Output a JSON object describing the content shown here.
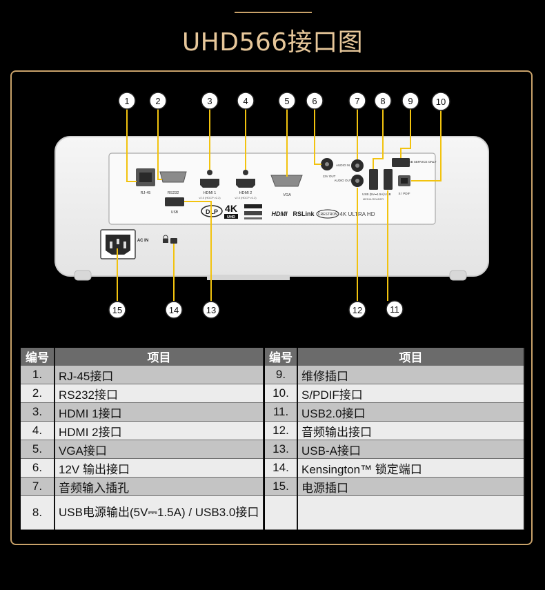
{
  "title": "UHD566接口图",
  "table": {
    "header_num": "编号",
    "header_item": "项目",
    "left_rows": [
      {
        "num": "1.",
        "item": "RJ-45接口"
      },
      {
        "num": "2.",
        "item": "RS232接口"
      },
      {
        "num": "3.",
        "item": "HDMI 1接口"
      },
      {
        "num": "4.",
        "item": "HDMI 2接口"
      },
      {
        "num": "5.",
        "item": "VGA接口"
      },
      {
        "num": "6.",
        "item": "12V 输出接口"
      },
      {
        "num": "7.",
        "item": "音频输入插孔"
      },
      {
        "num": "8.",
        "item": "USB电源输出(5V⎓1.5A) / USB3.0接口"
      }
    ],
    "right_rows": [
      {
        "num": "9.",
        "item": "维修插口"
      },
      {
        "num": "10.",
        "item": "S/PDIF接口"
      },
      {
        "num": "11.",
        "item": "USB2.0接口"
      },
      {
        "num": "12.",
        "item": "音频输出接口"
      },
      {
        "num": "13.",
        "item": "USB-A接口"
      },
      {
        "num": "14.",
        "item": "Kensington™ 锁定端口"
      },
      {
        "num": "15.",
        "item": "电源插口"
      },
      {
        "num": "",
        "item": ""
      }
    ]
  },
  "callouts": [
    "1",
    "2",
    "3",
    "4",
    "5",
    "6",
    "7",
    "8",
    "9",
    "10",
    "11",
    "12",
    "13",
    "14",
    "15"
  ],
  "panel_labels": {
    "rj45": "RJ-45",
    "rs232": "RS232",
    "hdmi1": "HDMI 1",
    "hdmi1_sub": "v2.0 (HDCP v2.2)",
    "hdmi2": "HDMI 2",
    "hdmi2_sub": "v2.0 (HDCP v2.2)",
    "vga": "VGA",
    "v12_out": "12V OUT",
    "audio_in": "AUDIO IN",
    "audio_out": "AUDIO OUT",
    "usb_media": "USB (5V⎓1.5A)",
    "media_reader": "MEDIA READER",
    "usb2": "USB",
    "usb_service": "USB SERVICE ONLY",
    "spdif": "S / PDIF",
    "usb_a": "USB",
    "ac_in": "AC IN",
    "logo_dlp": "DLP",
    "logo_4k": "4K",
    "logo_uhd": "UHD",
    "logo_hdmi": "HDMI",
    "logo_rslink": "RSLink",
    "logo_crestron": "CRESTRON",
    "logo_4kultra": "4K ULTRA HD"
  },
  "colors": {
    "accent_gold": "#c9a26a",
    "title_gold": "#e7c79a",
    "header_gray": "#6b6b6b",
    "row_dark": "#c4c4c4",
    "row_light": "#ececec",
    "callout_yellow": "#f2c30f"
  }
}
